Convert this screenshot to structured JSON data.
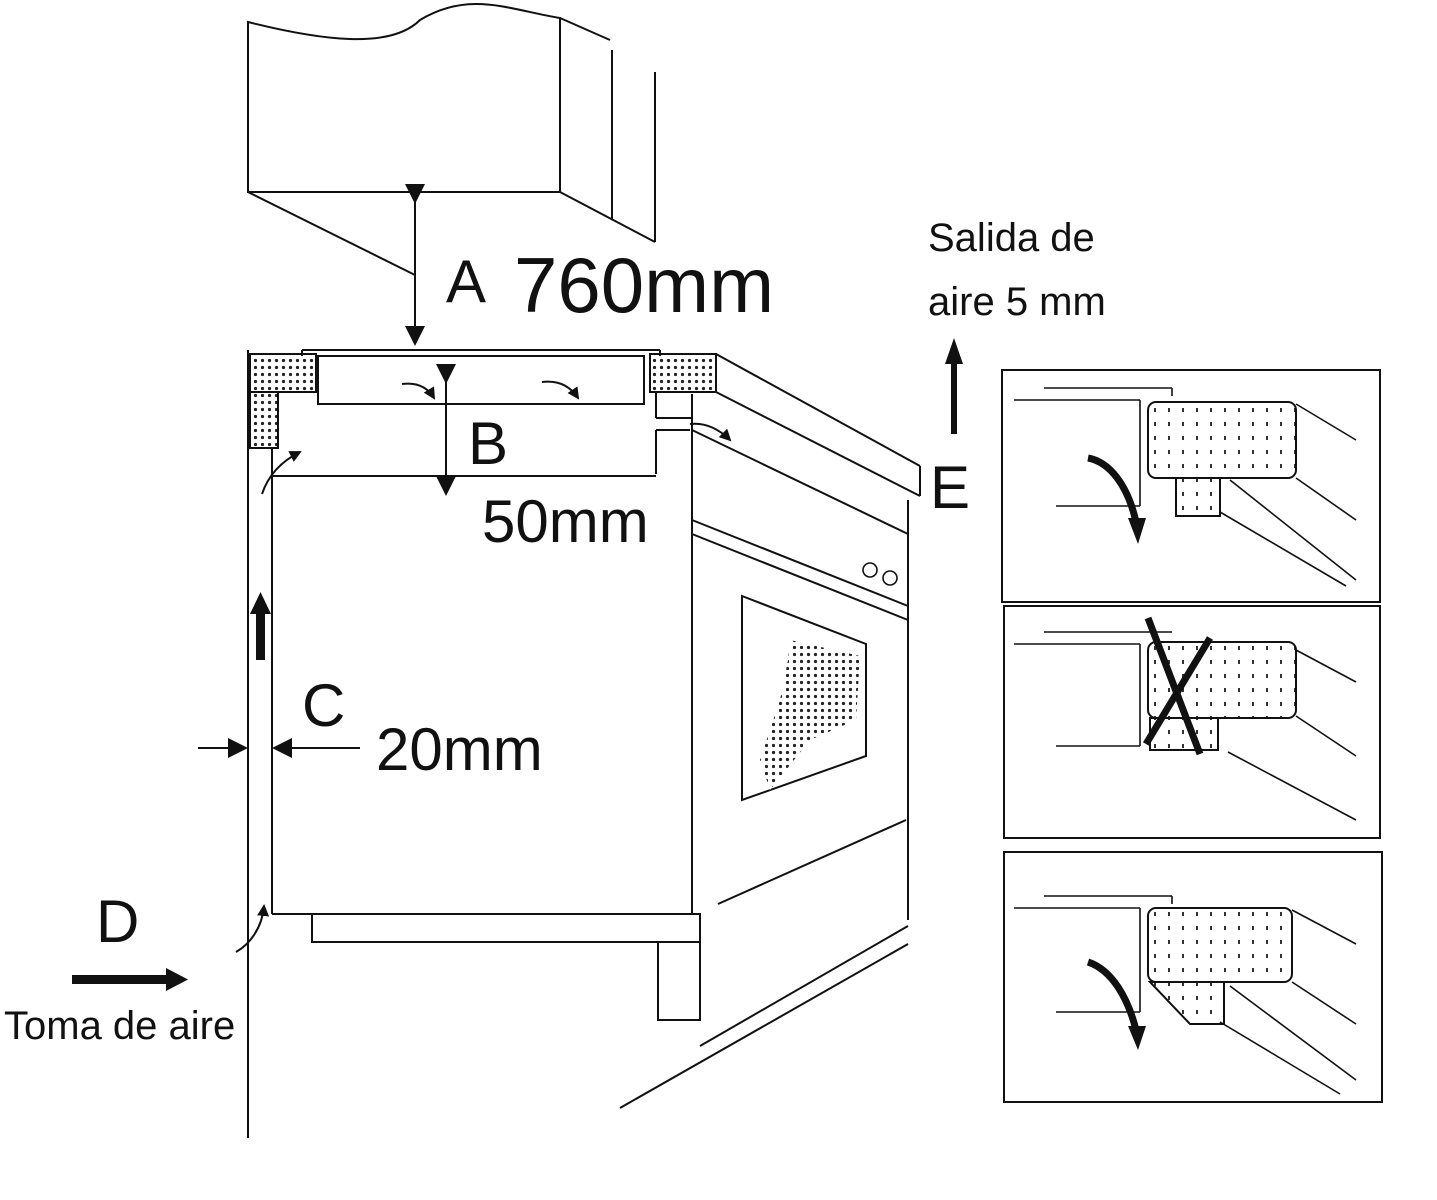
{
  "diagram": {
    "labels": {
      "a_letter": "A",
      "a_value": "760mm",
      "b_letter": "B",
      "b_value": "50mm",
      "c_letter": "C",
      "c_value": "20mm",
      "d_letter": "D",
      "d_caption": "Toma de aire",
      "e_letter": "E",
      "e_caption_line1": "Salida de",
      "e_caption_line2": "aire 5 mm"
    },
    "colors": {
      "line": "#111111",
      "background": "#ffffff"
    }
  }
}
